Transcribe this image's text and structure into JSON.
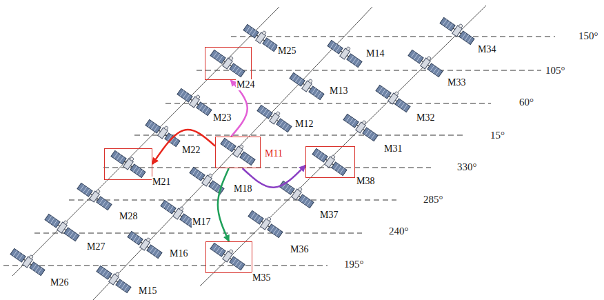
{
  "diagram": {
    "nodes": [
      {
        "text": [
          "M24"
        ]
      },
      {
        "text": [
          "M21"
        ]
      },
      {
        "text": [
          "M11"
        ]
      },
      {
        "text": [
          "M38"
        ]
      },
      {
        "text": [
          "M35"
        ]
      }
    ],
    "edges": [
      {
        "from": 2,
        "to": 0,
        "arrow": "to"
      },
      {
        "from": 2,
        "to": 1,
        "arrow": "to"
      },
      {
        "from": 2,
        "to": 3,
        "arrow": "to"
      },
      {
        "from": 2,
        "to": 4,
        "arrow": "to"
      }
    ],
    "labels": [
      "M25",
      "M14",
      "M34",
      "150°",
      "105°",
      "M33",
      "M13",
      "M23",
      "M12",
      "60°",
      "M32",
      "M22",
      "15°",
      "M31",
      "330°",
      "M18",
      "M28",
      "285°",
      "M37",
      "M17",
      "M27",
      "240°",
      "M16",
      "M36",
      "M26",
      "195°",
      "M15"
    ]
  }
}
